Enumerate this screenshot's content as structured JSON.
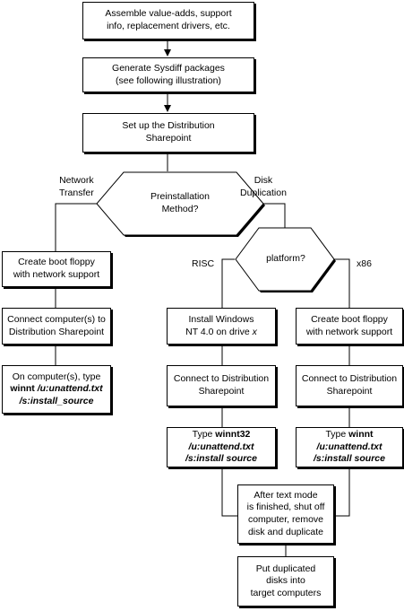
{
  "nodes": {
    "assemble": {
      "line1": "Assemble value-adds, support",
      "line2": "info, replacement drivers, etc."
    },
    "sysdiff": {
      "line1": "Generate Sysdiff packages",
      "line2": "(see following illustration)"
    },
    "setup": {
      "line1": "Set up the Distribution",
      "line2": "Sharepoint"
    },
    "method": {
      "line1": "Preinstallation",
      "line2": "Method?"
    },
    "platform": {
      "line1": "platform?"
    },
    "net_floppy": {
      "line1": "Create boot floppy",
      "line2": "with network support"
    },
    "net_connect": {
      "line1": "Connect computer(s) to",
      "line2": "Distribution Sharepoint"
    },
    "net_type": {
      "line1": "On computer(s), type",
      "cmd": "winnt",
      "arg1": "/u:unattend.txt",
      "arg2": "/s:install_source"
    },
    "risc_install": {
      "line1": "Install Windows",
      "line2a": "NT 4.0 on drive ",
      "drive": "x"
    },
    "risc_connect": {
      "line1": "Connect to Distribution",
      "line2": "Sharepoint"
    },
    "risc_type": {
      "word": "Type ",
      "cmd": "winnt32",
      "arg1": "/u:unattend.txt",
      "arg2": "/s:install source"
    },
    "x86_floppy": {
      "line1": "Create boot floppy",
      "line2": "with network support"
    },
    "x86_connect": {
      "line1": "Connect to Distribution",
      "line2": "Sharepoint"
    },
    "x86_type": {
      "word": "Type ",
      "cmd": "winnt",
      "arg1": "/u:unattend.txt",
      "arg2": "/s:install source"
    },
    "aftertext": {
      "line1": "After text mode",
      "line2": "is finished, shut off",
      "line3": "computer, remove",
      "line4": "disk and duplicate"
    },
    "putdup": {
      "line1": "Put duplicated",
      "line2": "disks into",
      "line3": "target computers"
    }
  },
  "labels": {
    "network": {
      "line1": "Network",
      "line2": "Transfer"
    },
    "disk": {
      "line1": "Disk",
      "line2": "Duplication"
    },
    "risc": "RISC",
    "x86": "x86"
  }
}
